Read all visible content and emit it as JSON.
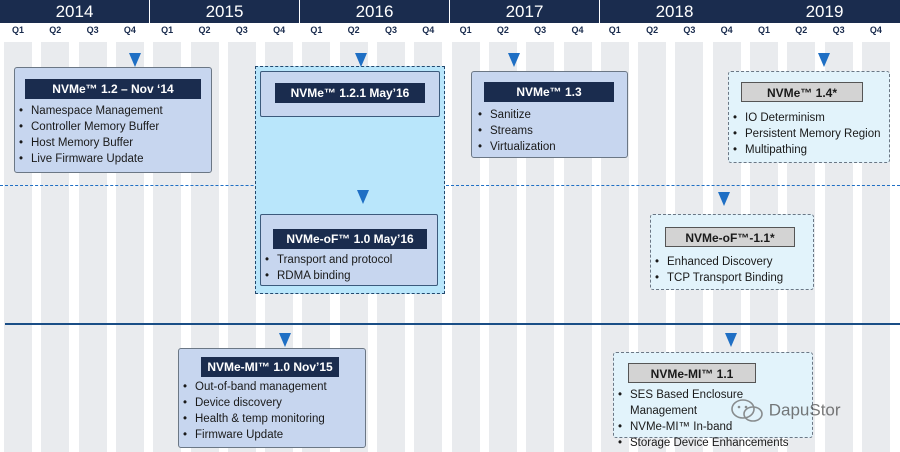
{
  "years": [
    "2014",
    "2015",
    "2016",
    "2017",
    "2018",
    "2019"
  ],
  "quarters": [
    "Q1",
    "Q2",
    "Q3",
    "Q4"
  ],
  "colors": {
    "header": "#1a2c4e",
    "marker": "#1f6fc4",
    "card_released": "#c7d6ef",
    "card_planned": "#e2f3fb",
    "highlight": "#b9e6fb"
  },
  "cards": {
    "nvme12": {
      "title": "NVMe™ 1.2 – Nov ‘14",
      "items": [
        "Namespace Management",
        "Controller Memory Buffer",
        "Host Memory Buffer",
        "Live Firmware Update"
      ]
    },
    "nvme121": {
      "title": "NVMe™ 1.2.1 May’16"
    },
    "nvmeof10": {
      "title": "NVMe-oF™ 1.0 May’16",
      "items": [
        "Transport and protocol",
        "RDMA binding"
      ]
    },
    "nvme13": {
      "title": "NVMe™ 1.3",
      "items": [
        "Sanitize",
        "Streams",
        "Virtualization"
      ]
    },
    "nvme14": {
      "title": "NVMe™ 1.4*",
      "items": [
        "IO Determinism",
        "Persistent Memory Region",
        "Multipathing"
      ]
    },
    "nvmeof11": {
      "title": "NVMe-oF™-1.1*",
      "items": [
        "Enhanced Discovery",
        "TCP Transport Binding"
      ]
    },
    "nvmemi10": {
      "title": "NVMe-MI™ 1.0  Nov’15",
      "items": [
        "Out-of-band management",
        "Device discovery",
        "Health & temp monitoring",
        "Firmware Update"
      ]
    },
    "nvmemi11": {
      "title": "NVMe-MI™ 1.1",
      "items": [
        "SES Based Enclosure Management",
        "NVMe-MI™ In-band",
        "Storage Device Enhancements"
      ]
    }
  },
  "watermark": "DapuStor"
}
